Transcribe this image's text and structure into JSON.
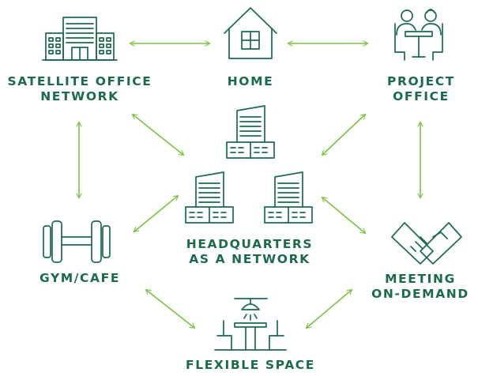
{
  "colors": {
    "icon": "#1b6b4a",
    "arrow": "#7dc242",
    "background": "#ffffff"
  },
  "nodes": {
    "satellite": {
      "line1": "SATELLITE OFFICE",
      "line2": "NETWORK",
      "icon": "office-building-icon"
    },
    "home": {
      "line1": "HOME",
      "icon": "house-icon"
    },
    "project": {
      "line1": "PROJECT",
      "line2": "OFFICE",
      "icon": "people-at-table-icon"
    },
    "headquarters": {
      "line1": "HEADQUARTERS",
      "line2": "AS A NETWORK",
      "icon": "tower-buildings-icon"
    },
    "gym": {
      "line1": "GYM/CAFE",
      "icon": "dumbbell-icon"
    },
    "meeting": {
      "line1": "MEETING",
      "line2": "ON-DEMAND",
      "icon": "handshake-icon"
    },
    "flexible": {
      "line1": "FLEXIBLE SPACE",
      "icon": "desk-with-lamp-icon"
    }
  }
}
